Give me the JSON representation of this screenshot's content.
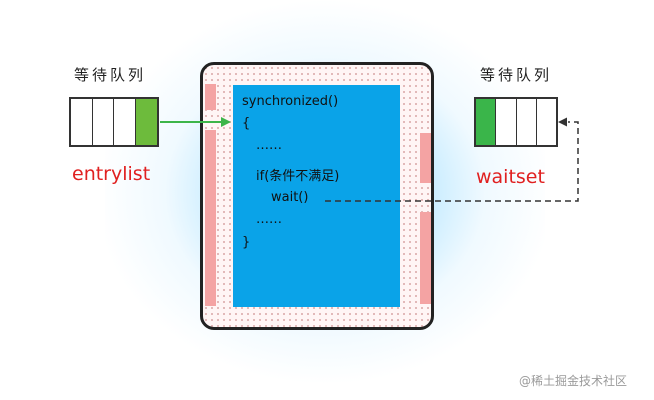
{
  "left_queue": {
    "title": "等待队列",
    "label": "entrylist"
  },
  "right_queue": {
    "title": "等待队列",
    "label": "waitset"
  },
  "code": {
    "lines": [
      "synchronized()",
      "{",
      "……",
      "if(条件不满足)",
      "wait()",
      "……",
      "}"
    ]
  },
  "watermark": "@稀土掘金技术社区",
  "colors": {
    "code_bg": "#0aa3e8",
    "monitor_stripe": "#f4a3a3",
    "queue_fill_entry": "#6dbb3c",
    "queue_fill_wait": "#3ab54a",
    "label_red": "#e02020",
    "arrow_green": "#3db54a"
  }
}
